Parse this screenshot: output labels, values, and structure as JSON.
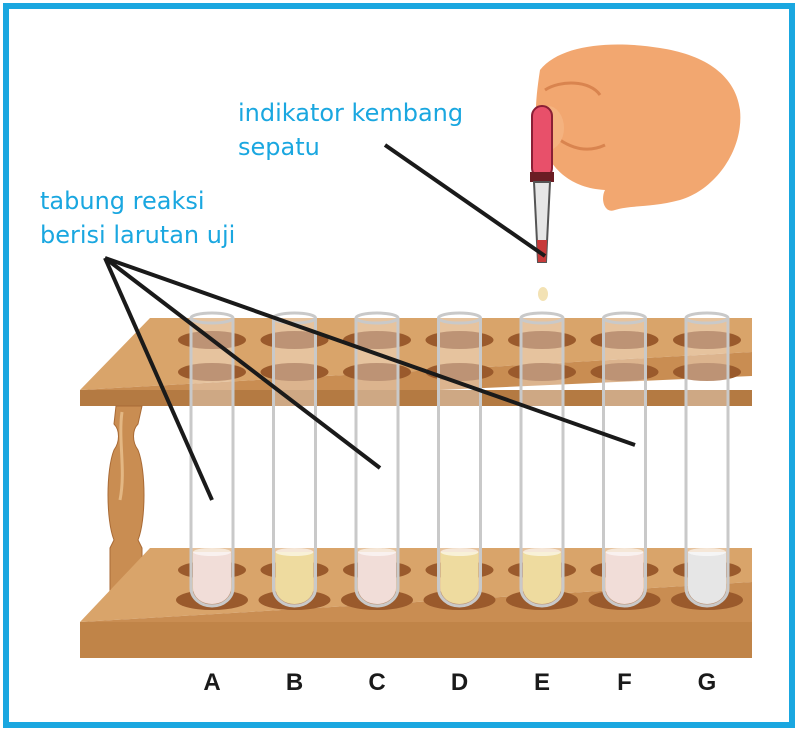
{
  "colors": {
    "frame": "#1aa7e0",
    "label_text": "#1aa7e0",
    "wood_light": "#d9a46a",
    "wood_mid": "#c98d52",
    "wood_dark": "#a96a35",
    "hole": "#9a5a2c",
    "tube_glass": "#c9c9c9",
    "pointer": "#1a1a1a"
  },
  "labels": {
    "indicator_line1": "indikator kembang",
    "indicator_line2": "sepatu",
    "tubes_line1": "tabung reaksi",
    "tubes_line2": "berisi larutan uji"
  },
  "tubes": [
    {
      "letter": "A",
      "solution_color": "#f1ddd8"
    },
    {
      "letter": "B",
      "solution_color": "#eedb9f"
    },
    {
      "letter": "C",
      "solution_color": "#f1ddd8"
    },
    {
      "letter": "D",
      "solution_color": "#eedb9f"
    },
    {
      "letter": "E",
      "solution_color": "#eedb9f"
    },
    {
      "letter": "F",
      "solution_color": "#f1ddd8"
    },
    {
      "letter": "G",
      "solution_color": "#e6e6e6"
    }
  ],
  "icons": {
    "hand": "hand-icon",
    "dropper": "dropper-icon"
  }
}
